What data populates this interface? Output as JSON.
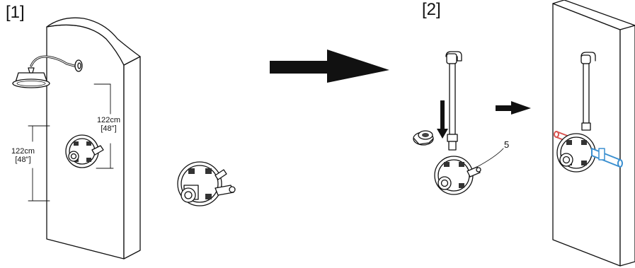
{
  "steps": {
    "first": "[1]",
    "second": "[2]"
  },
  "dimensions": {
    "upper": {
      "metric": "122cm",
      "imperial": "[48\"]"
    },
    "lower": {
      "metric": "122cm",
      "imperial": "[48\"]"
    }
  },
  "callouts": {
    "part_number": "5"
  },
  "colors": {
    "line": "#111111",
    "hot_pipe": "#d9534f",
    "cold_pipe": "#3a8fd0",
    "background": "#ffffff"
  },
  "icons": {
    "wall_panel": "wall-panel-icon",
    "shower_head": "shower-head-icon",
    "valve": "valve-body-icon",
    "riser": "riser-pipe-icon",
    "arrow": "arrow-icon"
  }
}
